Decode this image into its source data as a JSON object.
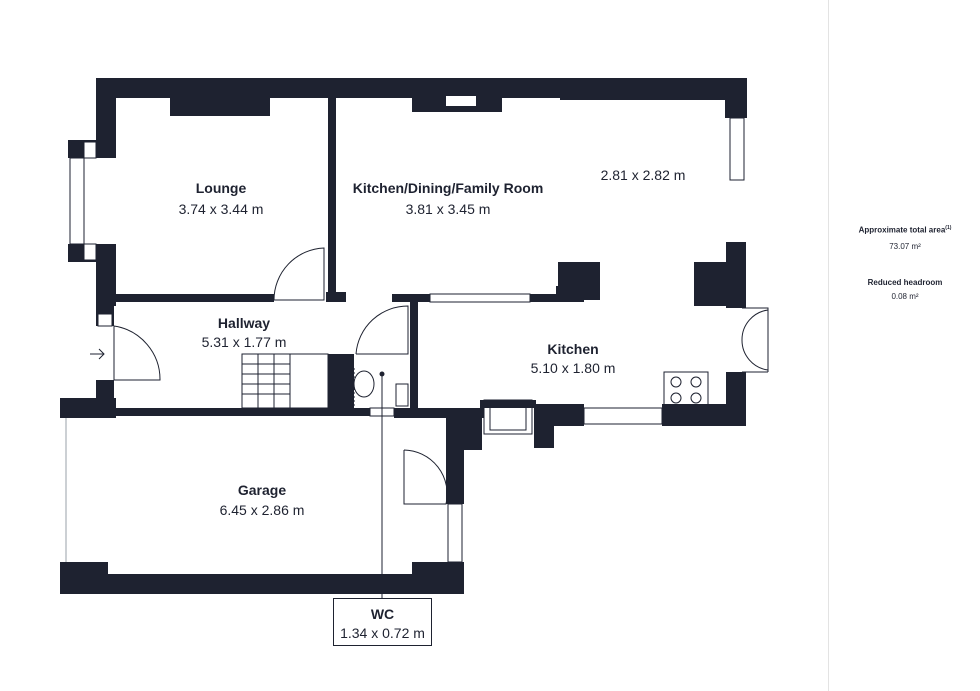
{
  "colors": {
    "wall": "#1e2230",
    "background": "#ffffff",
    "divider": "#e3e3e3"
  },
  "rooms": {
    "lounge": {
      "name": "Lounge",
      "dimensions": "3.74 x 3.44 m"
    },
    "kitchen_dining_family": {
      "name": "Kitchen/Dining/Family Room",
      "dimensions": "3.81 x 3.45 m"
    },
    "extension": {
      "dimensions": "2.81 x 2.82 m"
    },
    "hallway": {
      "name": "Hallway",
      "dimensions": "5.31 x 1.77 m"
    },
    "kitchen": {
      "name": "Kitchen",
      "dimensions": "5.10 x 1.80 m"
    },
    "garage": {
      "name": "Garage",
      "dimensions": "6.45 x 2.86 m"
    },
    "wc": {
      "name": "WC",
      "dimensions": "1.34 x 0.72 m"
    }
  },
  "summary": {
    "total_area_label": "Approximate total area",
    "total_area_note": "(1)",
    "total_area_value": "73.07 m²",
    "reduced_headroom_label": "Reduced headroom",
    "reduced_headroom_value": "0.08 m²"
  }
}
